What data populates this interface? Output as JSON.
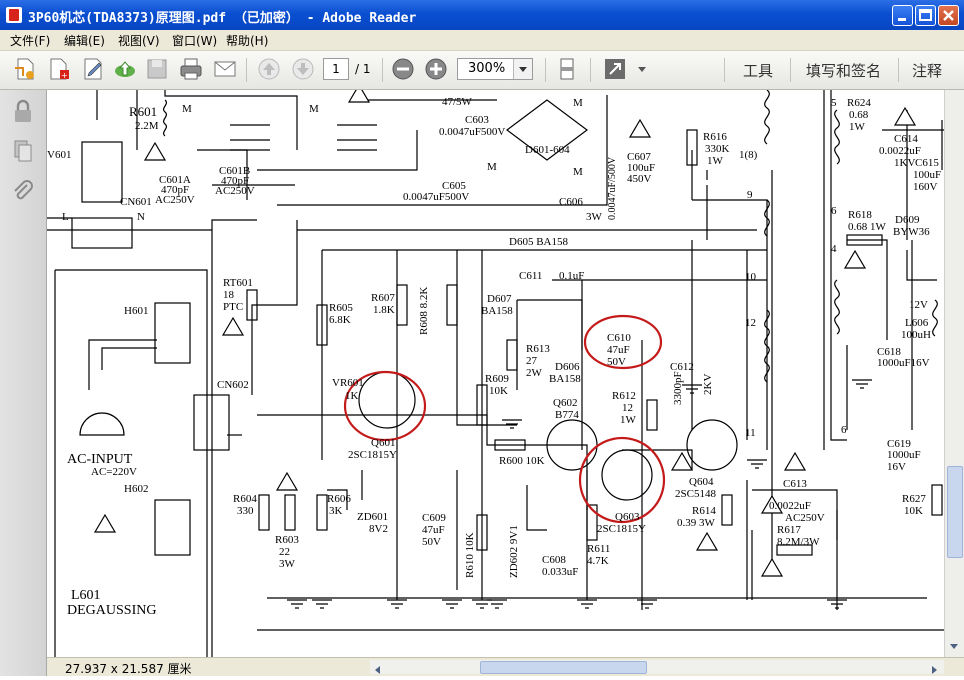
{
  "window": {
    "title": "3P60机芯(TDA8373)原理图.pdf （已加密） - Adobe Reader"
  },
  "menu": [
    "文件(F)",
    "编辑(E)",
    "视图(V)",
    "窗口(W)",
    "帮助(H)"
  ],
  "toolbar": {
    "page_current": "1",
    "page_total": "/ 1",
    "zoom": "300%",
    "links": [
      "工具",
      "填写和签名",
      "注释"
    ]
  },
  "status": {
    "page_size": "27.937 x 21.587 厘米"
  },
  "schematic": {
    "labels": {
      "r601": "R601",
      "r601v": "2.2M",
      "v601": "V601",
      "cn601": "CN601",
      "l": "L",
      "n": "N",
      "c601a": "C601A",
      "c601av": "470pF",
      "c601av2": "AC250V",
      "c601b": "C601B",
      "c601bv": "470pF",
      "c601bv2": "AC250V",
      "m": "M",
      "w47": "47/5W",
      "c603": "C603",
      "c603v": "0.0047uF500V",
      "d601": "D601-604",
      "c605": "C605",
      "c605v": "0.0047uF500V",
      "c606": "C606",
      "c606v": "0.0047uF/500V",
      "w3": "3W",
      "c607": "C607",
      "c607v": "100uF",
      "c607v2": "450V",
      "r616": "R616",
      "r616v": "330K",
      "r616v2": "1W",
      "t18": "1(8)",
      "t9": "9",
      "t10": "10",
      "t12": "12",
      "t11": "11",
      "t5": "5",
      "t6": "6",
      "t4": "4",
      "t6b": "6",
      "r624": "R624",
      "r624v": "0.68",
      "r624v2": "1W",
      "c614": "C614",
      "c614v": "0.0022uF",
      "c614v2": "1KV",
      "c615": "C615",
      "c615v": "100uF",
      "c615v2": "160V",
      "r618": "R618",
      "r618v": "0.68 1W",
      "d609": "D609",
      "d609v": "BYW36",
      "v12": "12V",
      "l606": "L606",
      "l606v": "100uH",
      "c618": "C618",
      "c618v": "1000uF16V",
      "c619": "C619",
      "c619v": "1000uF",
      "c619v2": "16V",
      "r627": "R627",
      "r627v": "10K",
      "d605": "D605  BA158",
      "c611": "C611",
      "c611v": "0.1uF",
      "d607": "D607",
      "d607v": "BA158",
      "r613": "R613",
      "r613v": "27",
      "r613v2": "2W",
      "d606": "D606",
      "d606v": "BA158",
      "c610": "C610",
      "c610v": "47uF",
      "c610v2": "50V",
      "c612": "C612",
      "c612v": "3300pF",
      "c612v2": "2KV",
      "r612": "R612",
      "r612v": "12",
      "r612v2": "1W",
      "q602": "Q602",
      "q602v": "B774",
      "q603": "Q603",
      "q603v": "2SC1815Y",
      "q604": "Q604",
      "q604v": "2SC5148",
      "r614": "R614",
      "r614v": "0.39  3W",
      "c613": "C613",
      "c613v": "0.0022uF",
      "c613v2": "AC250V",
      "r617": "R617",
      "r617v": "8.2M/3W",
      "r611": "R611",
      "r611v": "4.7K",
      "rt601": "RT601",
      "rt601v": "18",
      "rt601v2": "PTC",
      "cn602": "CN602",
      "r605": "R605",
      "r605v": "6.8K",
      "r607": "R607",
      "r607v": "1.8K",
      "r608": "R608 8.2K",
      "vr601": "VR601",
      "vr601v": "1K",
      "q601": "Q601",
      "q601v": "2SC1815Y",
      "r609": "R609",
      "r609v": "10K",
      "r600": "R600  10K",
      "r604": "R604",
      "r604v": "330",
      "r603": "R603",
      "r603v": "22",
      "r603v2": "3W",
      "r606": "R606",
      "r606v": "3K",
      "zd601": "ZD601",
      "zd601v": "8V2",
      "c609": "C609",
      "c609v": "47uF",
      "c609v2": "50V",
      "r610": "R610  10K",
      "zd602": "ZD602  9V1",
      "c608": "C608",
      "c608v": "0.033uF",
      "h601": "H601",
      "h602": "H602",
      "acinput": "AC-INPUT",
      "acv": "AC=220V",
      "l601": "L601",
      "degauss": "DEGAUSSING"
    }
  }
}
